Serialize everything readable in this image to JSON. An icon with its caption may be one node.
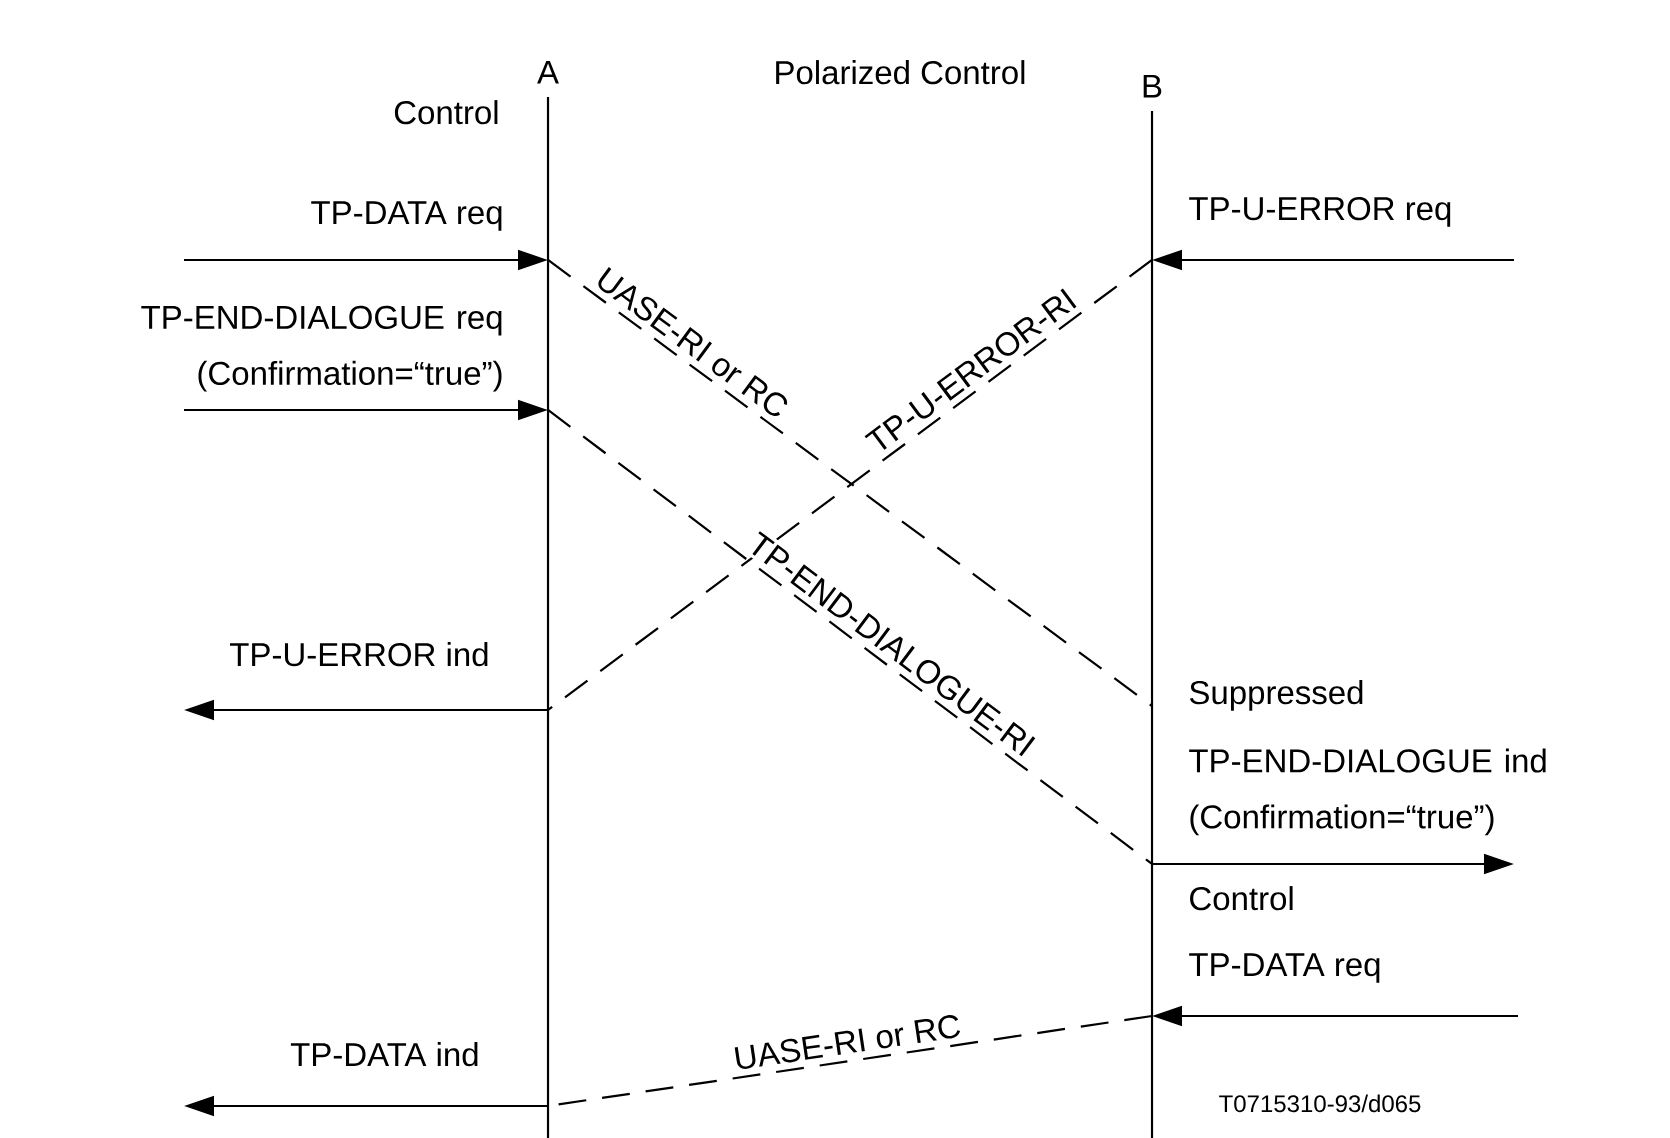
{
  "diagram": {
    "nodes": [
      {
        "text": [
          "A"
        ]
      },
      {
        "text": [
          "B"
        ]
      }
    ],
    "edges": [
      {
        "from": null,
        "to": 0,
        "arrow": "to",
        "label": "TP-DATA req"
      },
      {
        "from": null,
        "to": 0,
        "arrow": "to",
        "label": "TP-END-DIALOGUE req (Confirmation=“true”)"
      },
      {
        "from": null,
        "to": 1,
        "arrow": "to",
        "label": "TP-U-ERROR req"
      },
      {
        "from": 0,
        "to": 1,
        "arrow": "none",
        "label": "UASE-RI or RC",
        "style": "dashed"
      },
      {
        "from": 1,
        "to": 0,
        "arrow": "none",
        "label": "TP-U-ERROR-RI",
        "style": "dashed"
      },
      {
        "from": 0,
        "to": 1,
        "arrow": "none",
        "label": "TP-END-DIALOGUE-RI",
        "style": "dashed"
      },
      {
        "from": 0,
        "to": null,
        "arrow": "to",
        "label": "TP-U-ERROR ind"
      },
      {
        "from": 1,
        "to": null,
        "arrow": "to",
        "label": "TP-END-DIALOGUE ind (Confirmation=“true”)"
      },
      {
        "from": null,
        "to": 1,
        "arrow": "to",
        "label": "TP-DATA req"
      },
      {
        "from": 1,
        "to": 0,
        "arrow": "none",
        "label": "UASE-RI or RC",
        "style": "dashed"
      },
      {
        "from": 0,
        "to": null,
        "arrow": "to",
        "label": "TP-DATA ind"
      }
    ],
    "labels": [
      "Polarized Control",
      "Control",
      "Suppressed",
      "Control",
      "T0715310-93/d065"
    ]
  }
}
